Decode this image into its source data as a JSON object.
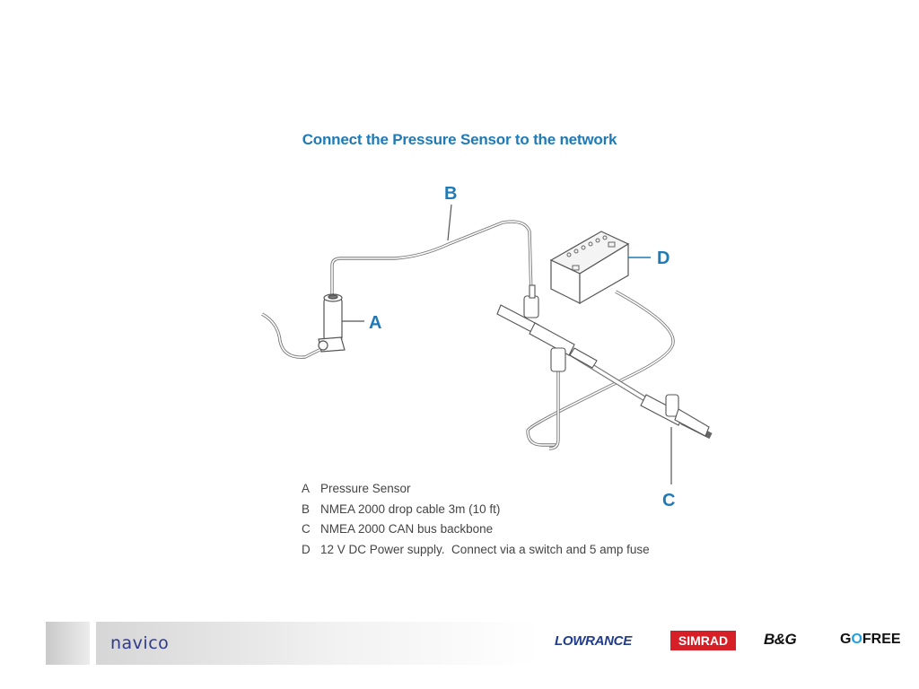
{
  "title": "Connect the Pressure Sensor to the network",
  "callouts": {
    "a": "A",
    "b": "B",
    "c": "C",
    "d": "D"
  },
  "legend": [
    {
      "key": "A",
      "text": "Pressure Sensor"
    },
    {
      "key": "B",
      "text": "NMEA 2000 drop cable 3m (10 ft)"
    },
    {
      "key": "C",
      "text": "NMEA 2000 CAN bus backbone"
    },
    {
      "key": "D",
      "text": "12 V DC Power supply.  Connect via a switch and 5 amp fuse"
    }
  ],
  "footer": {
    "company": "navico",
    "brands": {
      "lowrance": "LOWRANCE",
      "simrad": "SIMRAD",
      "bg": "B&G",
      "gofree_pre": "G",
      "gofree_o": "O",
      "gofree_post": "FREE"
    }
  },
  "colors": {
    "accent": "#1f7ab6",
    "simrad_red": "#d61f26",
    "navico_blue": "#2f3a8a"
  }
}
